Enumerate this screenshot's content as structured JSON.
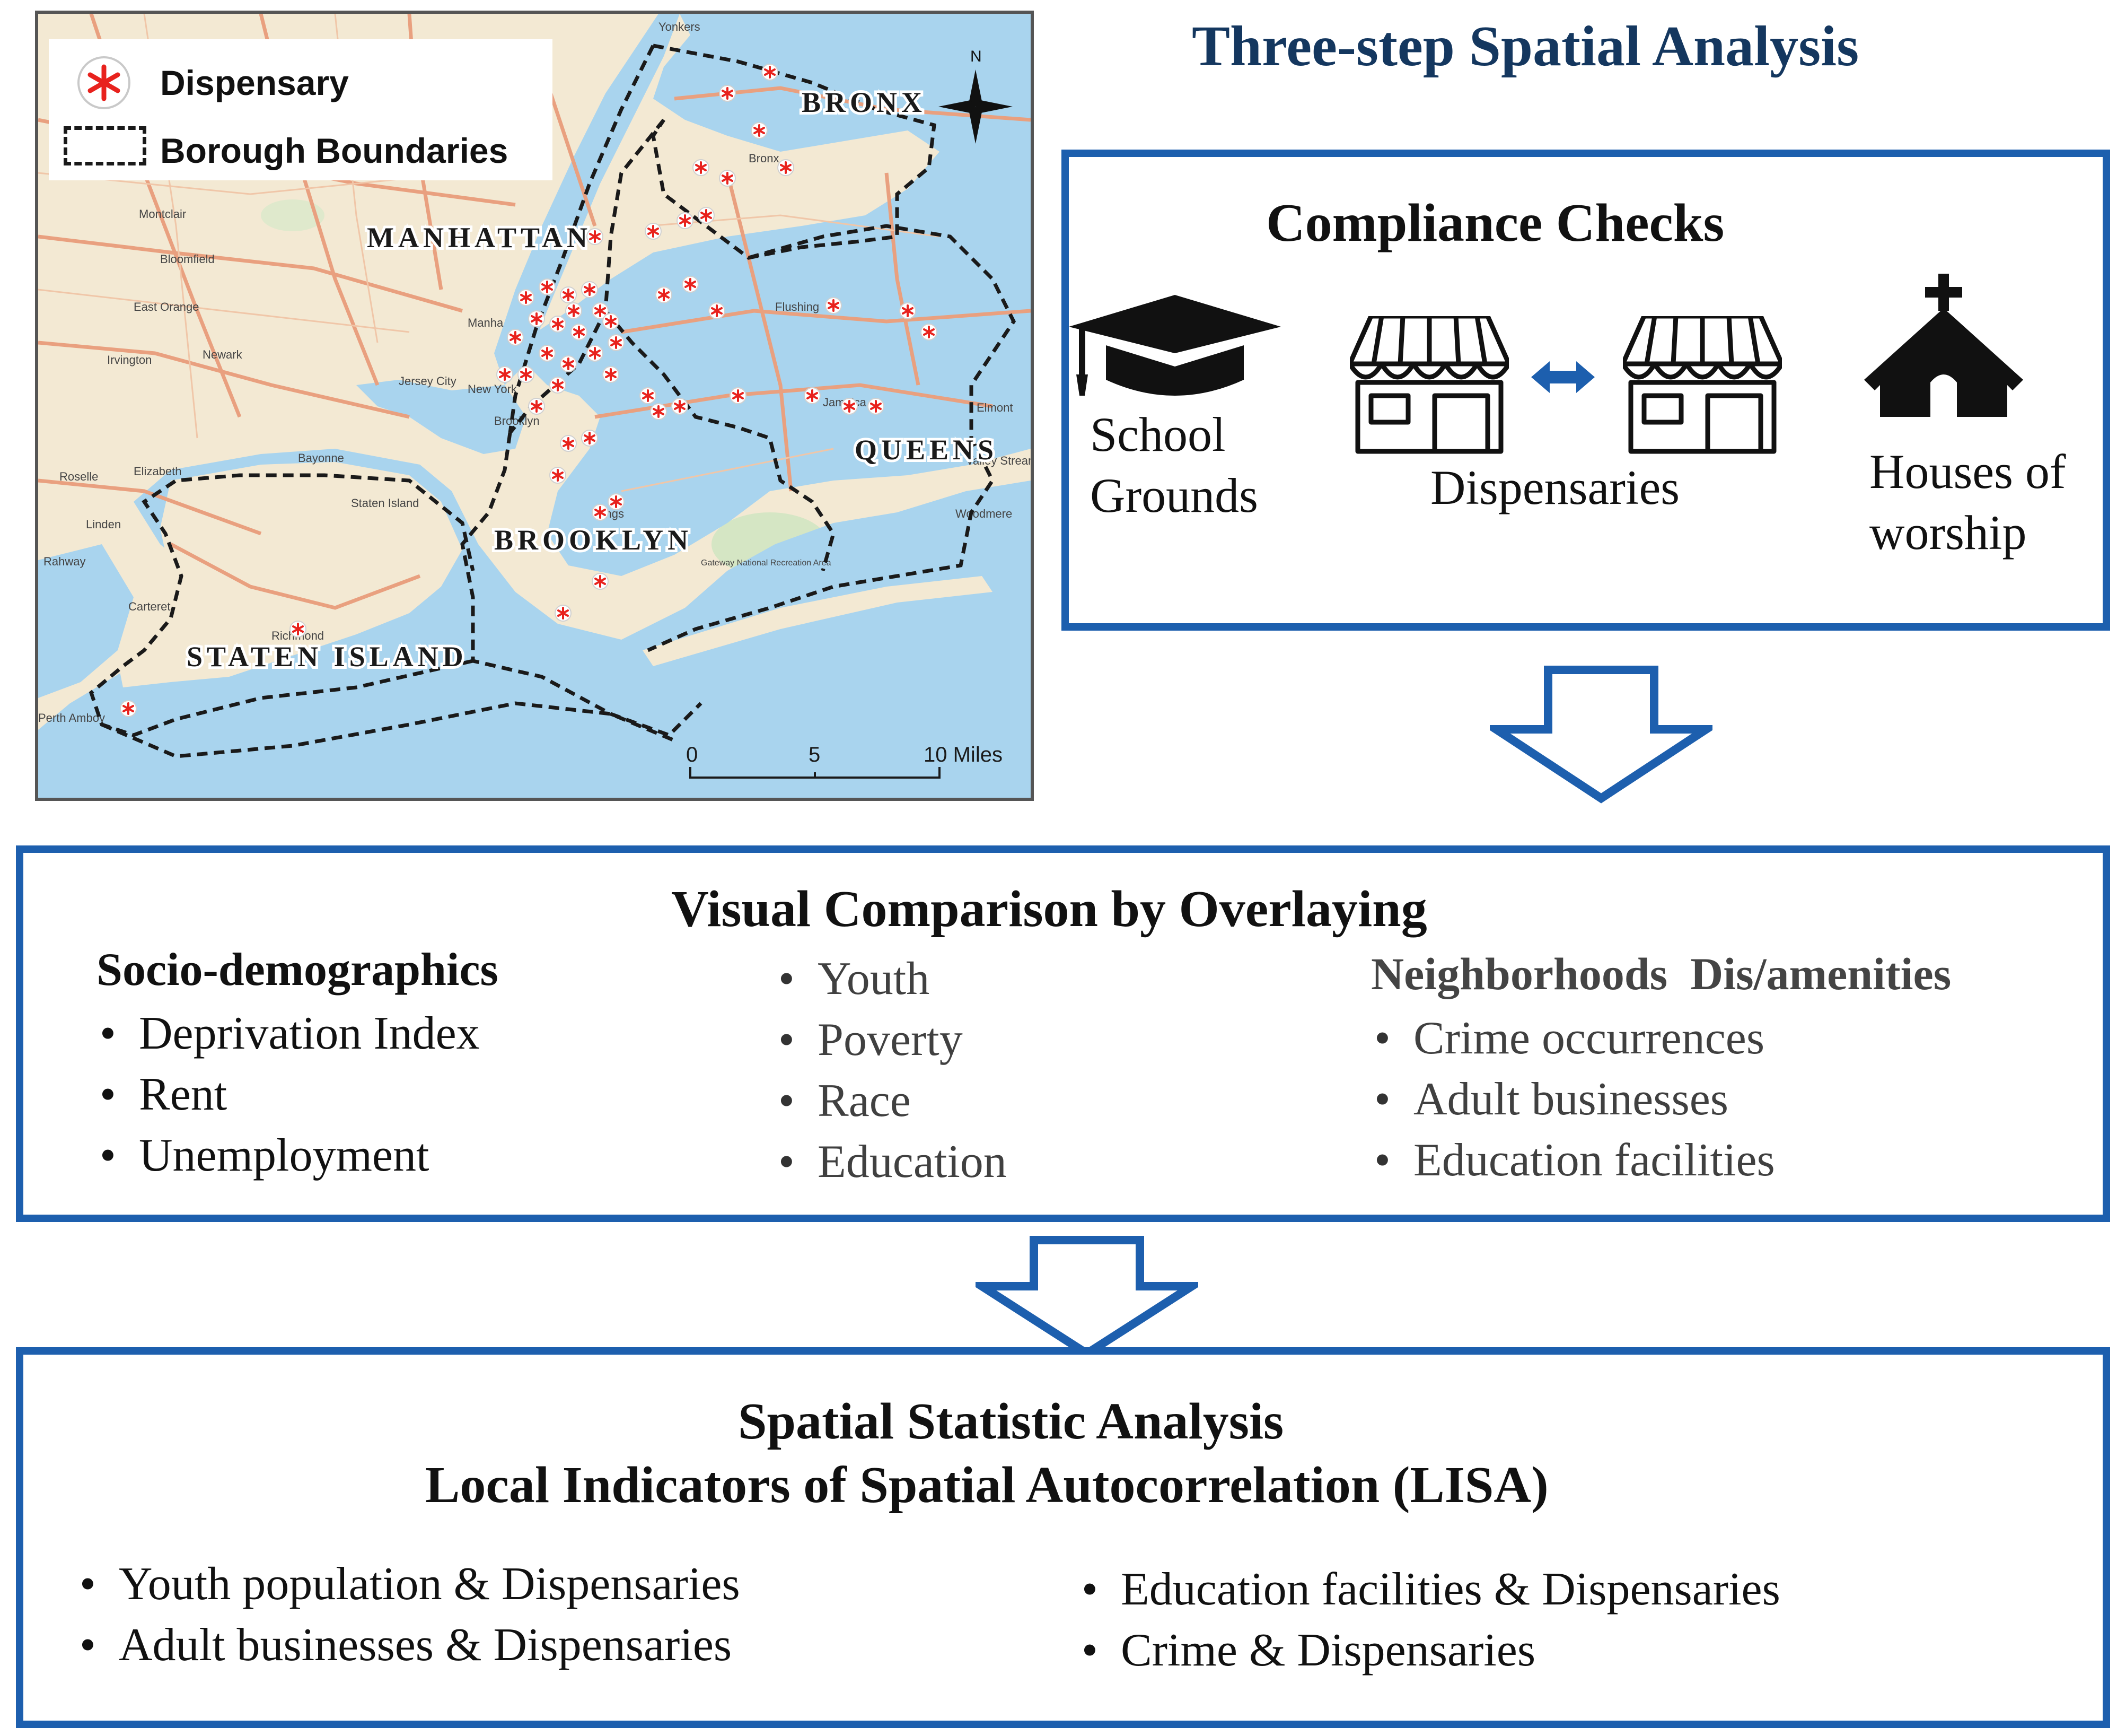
{
  "figure_title": "Three-step Spatial Analysis",
  "map": {
    "legend": {
      "dispensary": "Dispensary",
      "boundaries": "Borough Boundaries"
    },
    "north": "N",
    "boroughs": {
      "bronx": "BRONX",
      "manhattan": "MANHATTAN",
      "queens": "QUEENS",
      "brooklyn": "BROOKLYN",
      "staten_island": "STATEN ISLAND"
    },
    "places": [
      "Yonkers",
      "Montclair",
      "Bloomfield",
      "East Orange",
      "Irvington",
      "Newark",
      "Jersey City",
      "New York",
      "Manha",
      "Brooklyn",
      "Bayonne",
      "Elizabeth",
      "Roselle",
      "Linden",
      "Rahway",
      "Carteret",
      "Staten Island",
      "Richmond",
      "Perth Amboy",
      "Flushing",
      "Jamaica",
      "Bronx",
      "Kings",
      "Gateway National Recreation Area",
      "Elmont",
      "Woodmere",
      "Valley Stream"
    ],
    "scale": {
      "ticks": [
        "0",
        "5",
        "10 Miles"
      ]
    },
    "colors": {
      "water": "#a9d4ee",
      "land": "#f3e9d3",
      "road": "#e9a07f",
      "marker": "#e8221d"
    }
  },
  "compliance": {
    "title": "Compliance Checks",
    "school_line1": "School",
    "school_line2": "Grounds",
    "dispensaries": "Dispensaries",
    "worship_line1": "Houses of",
    "worship_line2": "worship",
    "icons": [
      "graduation-cap-icon",
      "storefront-icon",
      "double-arrow-icon",
      "storefront-icon",
      "church-icon"
    ]
  },
  "visual": {
    "title": "Visual Comparison by Overlaying",
    "socio_heading": "Socio-demographics",
    "socio_items": [
      "Deprivation Index",
      "Rent",
      "Unemployment"
    ],
    "middle_items": [
      "Youth",
      "Poverty",
      "Race",
      "Education"
    ],
    "neighborhood_heading": "Neighborhoods  Dis/amenities",
    "neighborhood_items": [
      "Crime occurrences",
      "Adult businesses",
      "Education facilities"
    ]
  },
  "spatial": {
    "title_line1": "Spatial Statistic Analysis",
    "title_line2": "Local Indicators of Spatial Autocorrelation (LISA)",
    "left_items": [
      "Youth population & Dispensaries",
      "Adult businesses & Dispensaries"
    ],
    "right_items": [
      "Education facilities & Dispensaries",
      "Crime & Dispensaries"
    ]
  },
  "accent_color": "#1d5fae"
}
